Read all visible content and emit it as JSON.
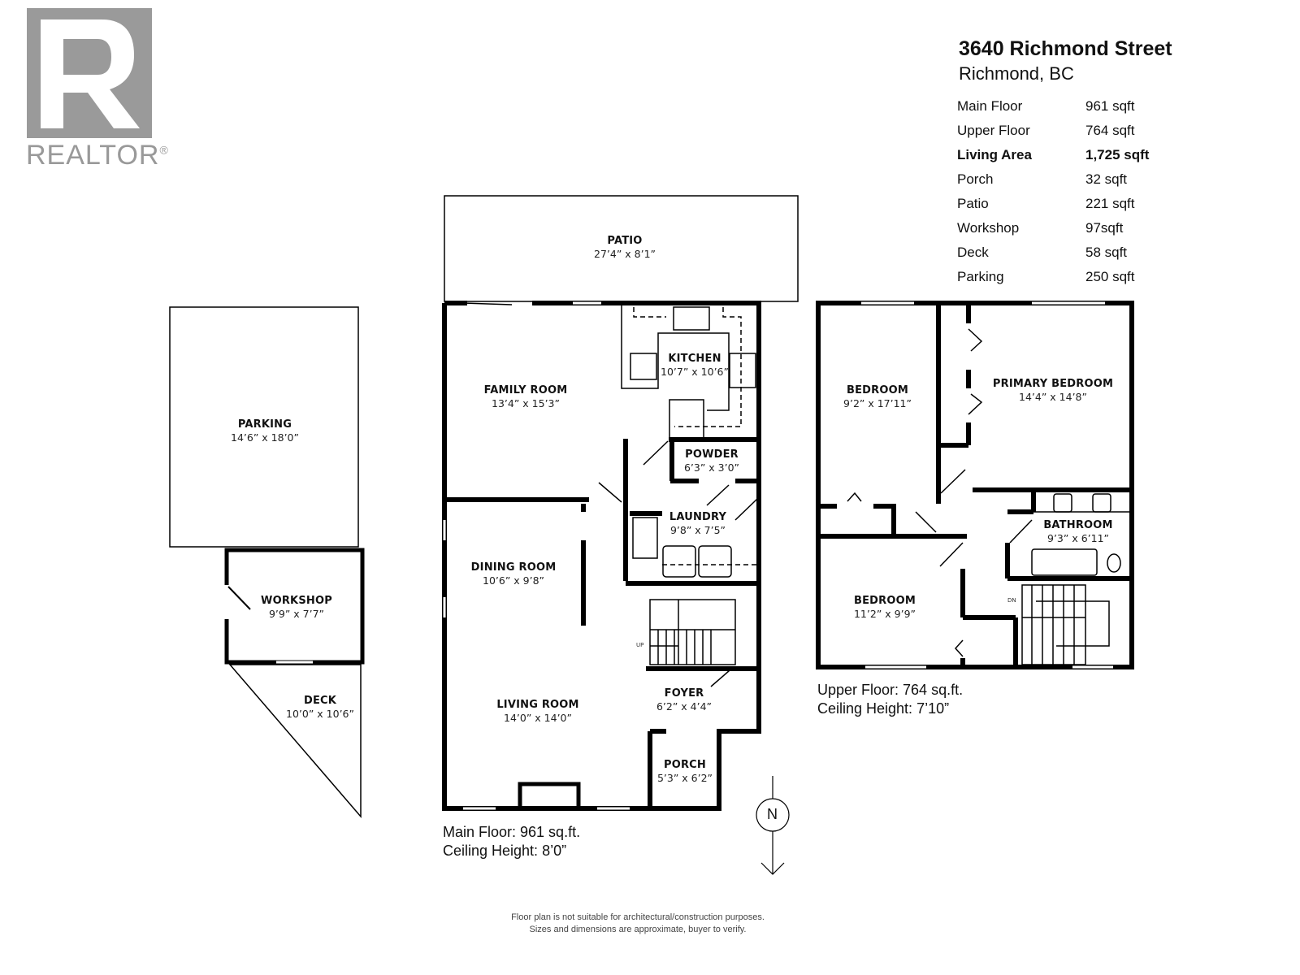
{
  "logo": {
    "text": "REALTOR",
    "reg": "®"
  },
  "header": {
    "title": "3640 Richmond Street",
    "subtitle": "Richmond, BC"
  },
  "stats": [
    {
      "label": "Main Floor",
      "value": "961 sqft"
    },
    {
      "label": "Upper Floor",
      "value": "764 sqft"
    },
    {
      "label": "Living Area",
      "value": "1,725 sqft",
      "bold": true
    },
    {
      "label": "Porch",
      "value": "32 sqft"
    },
    {
      "label": "Patio",
      "value": "221 sqft"
    },
    {
      "label": "Workshop",
      "value": "97sqft"
    },
    {
      "label": "Deck",
      "value": "58 sqft"
    },
    {
      "label": "Parking",
      "value": "250 sqft"
    }
  ],
  "rooms": {
    "patio": {
      "name": "PATIO",
      "dims": "27’4” x 8’1”"
    },
    "parking": {
      "name": "PARKING",
      "dims": "14’6” x 18’0”"
    },
    "workshop": {
      "name": "WORKSHOP",
      "dims": "9’9” x 7’7”"
    },
    "deck": {
      "name": "DECK",
      "dims": "10’0” x 10’6”"
    },
    "family": {
      "name": "FAMILY ROOM",
      "dims": "13’4” x 15’3”"
    },
    "kitchen": {
      "name": "KITCHEN",
      "dims": "10’7” x 10’6”"
    },
    "powder": {
      "name": "POWDER",
      "dims": "6’3” x 3’0”"
    },
    "laundry": {
      "name": "LAUNDRY",
      "dims": "9’8” x 7’5”"
    },
    "dining": {
      "name": "DINING ROOM",
      "dims": "10’6” x 9’8”"
    },
    "living": {
      "name": "LIVING ROOM",
      "dims": "14’0” x 14’0”"
    },
    "foyer": {
      "name": "FOYER",
      "dims": "6’2” x 4’4”"
    },
    "porch": {
      "name": "PORCH",
      "dims": "5’3” x 6’2”"
    },
    "bedroom1": {
      "name": "BEDROOM",
      "dims": "9’2” x 17’11”"
    },
    "primary": {
      "name": "PRIMARY BEDROOM",
      "dims": "14’4” x 14’8”"
    },
    "bathroom": {
      "name": "BATHROOM",
      "dims": "9’3” x 6’11”"
    },
    "bedroom2": {
      "name": "BEDROOM",
      "dims": "11’2” x 9’9”"
    }
  },
  "stairs": {
    "up": "UP",
    "dn": "DN"
  },
  "compass": {
    "north": "N"
  },
  "main_floor": {
    "area": "Main Floor: 961 sq.ft.",
    "ceiling": "Ceiling Height: 8’0”"
  },
  "upper_floor": {
    "area": "Upper Floor: 764 sq.ft.",
    "ceiling": "Ceiling Height: 7’10”"
  },
  "footer": {
    "line1": "Floor plan is not suitable for architectural/construction purposes.",
    "line2": "Sizes and dimensions are approximate, buyer to verify."
  }
}
